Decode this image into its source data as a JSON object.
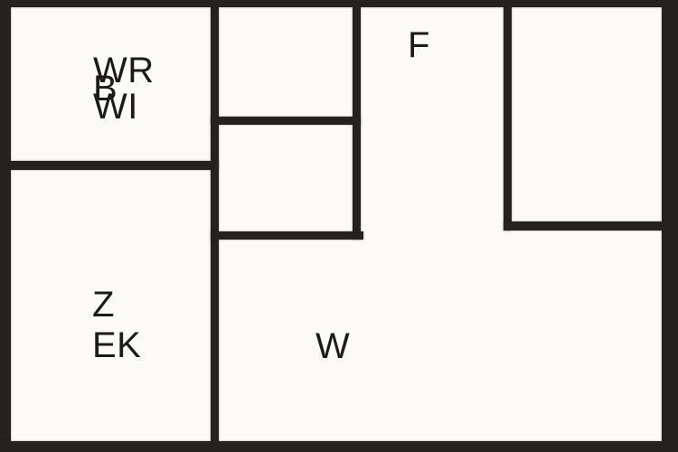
{
  "diagram": {
    "type": "floor-plan",
    "colors": {
      "wall": "#242120",
      "background": "#fcfaf7",
      "text": "#1d1b19"
    },
    "rooms": [
      {
        "id": "wr",
        "label": "WR"
      },
      {
        "id": "b",
        "label": "B"
      },
      {
        "id": "wi",
        "label": "WI"
      },
      {
        "id": "f",
        "label": "F"
      },
      {
        "id": "z",
        "label": "Z"
      },
      {
        "id": "ek",
        "label": "EK"
      },
      {
        "id": "w",
        "label": "W"
      }
    ]
  }
}
